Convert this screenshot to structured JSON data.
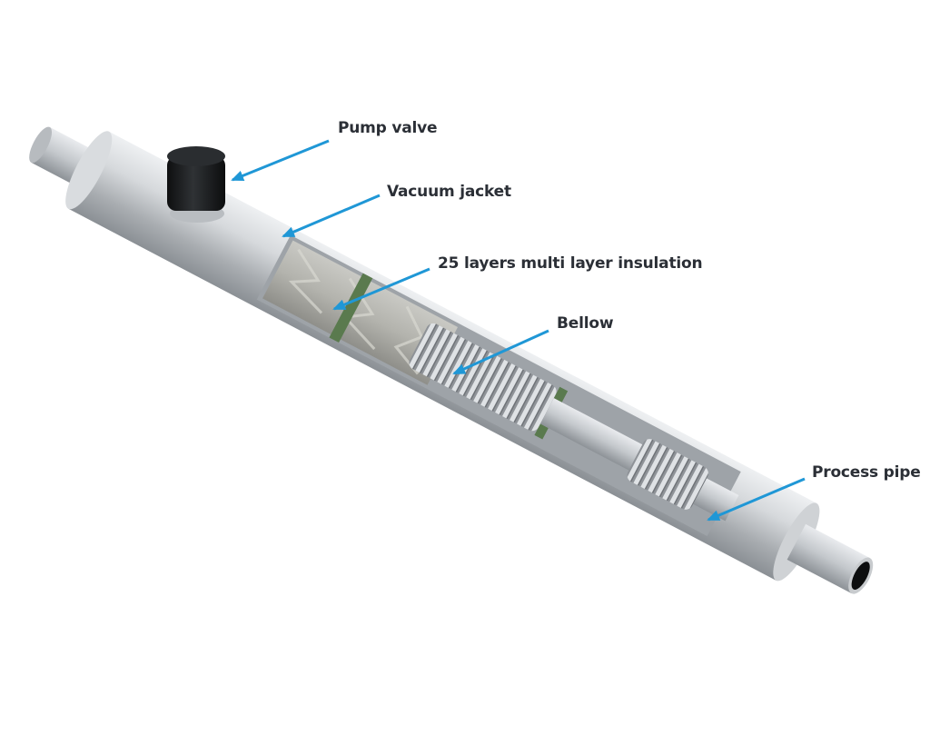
{
  "labels": {
    "pump_valve": "Pump valve",
    "vacuum_jacket": "Vacuum jacket",
    "insulation": "25 layers multi layer insulation",
    "bellow": "Bellow",
    "process_pipe": "Process pipe"
  },
  "colors": {
    "arrow": "#1f97d6",
    "label_text": "#2b2f36",
    "steel_light": "#eceef0",
    "steel_mid": "#b9bdc1",
    "steel_dark": "#7f8489",
    "valve_cap": "#17191b",
    "spacer": "#5a7a4e"
  }
}
